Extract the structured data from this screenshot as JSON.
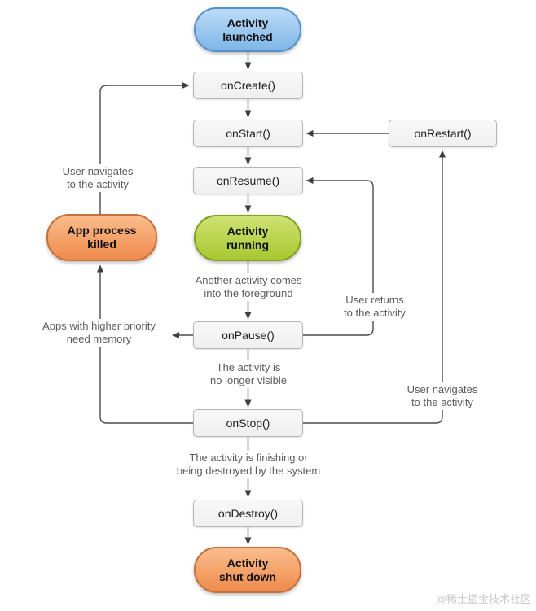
{
  "nodes": {
    "activity_launched": {
      "label": "Activity\nlaunched"
    },
    "on_create": {
      "label": "onCreate()"
    },
    "on_start": {
      "label": "onStart()"
    },
    "on_resume": {
      "label": "onResume()"
    },
    "on_restart": {
      "label": "onRestart()"
    },
    "activity_running": {
      "label": "Activity\nrunning"
    },
    "app_process_killed": {
      "label": "App process\nkilled"
    },
    "on_pause": {
      "label": "onPause()"
    },
    "on_stop": {
      "label": "onStop()"
    },
    "on_destroy": {
      "label": "onDestroy()"
    },
    "activity_shut_down": {
      "label": "Activity\nshut down"
    }
  },
  "annotations": {
    "user_navigates_left": "User navigates\nto the activity",
    "another_activity_foreground": "Another activity comes\ninto the foreground",
    "user_returns": "User returns\nto the activity",
    "apps_higher_priority": "Apps with higher priority\nneed memory",
    "activity_no_longer_visible": "The activity is\nno longer visible",
    "user_navigates_right": "User navigates\nto the activity",
    "activity_finishing": "The activity is finishing or\nbeing destroyed by the system"
  },
  "watermark": "@稀土掘金技术社区",
  "colors": {
    "launched_blue_top": "#bcdcf7",
    "launched_blue_bottom": "#7fb6e8",
    "launched_blue_border": "#5591c8",
    "running_green_top": "#cfe273",
    "running_green_bottom": "#a8c831",
    "running_green_border": "#7f9e23",
    "killed_orange_top": "#fabd8b",
    "killed_orange_bottom": "#ef8b4d",
    "killed_orange_border": "#c4703a",
    "box_gray_fill": "#f3f3f3",
    "box_gray_border": "#b5b5b5",
    "arrow_line": "#4a4a4a",
    "annotation_text": "#5c5c5c",
    "watermark_text": "#c9c9c9"
  }
}
